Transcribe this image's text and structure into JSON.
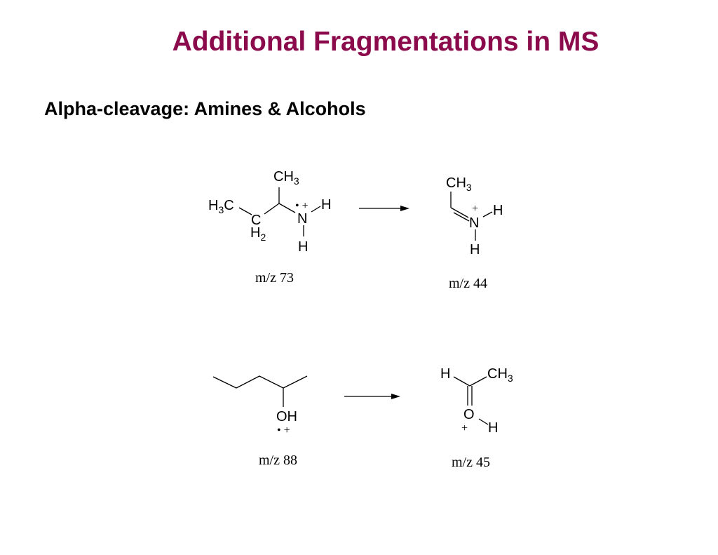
{
  "title": "Additional Fragmentations in MS",
  "subtitle": "Alpha-cleavage: Amines & Alcohols",
  "colors": {
    "title": "#8b0a4b",
    "text": "#000000",
    "background": "#ffffff"
  },
  "amine": {
    "reactant": {
      "ch3_top": "CH",
      "ch3_top_sub": "3",
      "h3c_main": "H",
      "h3c_sub": "3",
      "h3c_tail": "C",
      "c": "C",
      "h2_main": "H",
      "h2_sub": "2",
      "n": "N",
      "n_h_right": "H",
      "n_h_bottom": "H",
      "radical_cation": "• +",
      "mz": "m/z  73"
    },
    "product": {
      "ch3": "CH",
      "ch3_sub": "3",
      "n": "N",
      "plus": "+",
      "n_h_right": "H",
      "n_h_bottom": "H",
      "mz": "m/z  44"
    }
  },
  "alcohol": {
    "reactant": {
      "oh": "OH",
      "radical_cation": "• +",
      "mz": "m/z  88"
    },
    "product": {
      "h": "H",
      "ch3": "CH",
      "ch3_sub": "3",
      "o": "O",
      "plus": "+",
      "o_h": "H",
      "mz": "m/z  45"
    }
  }
}
